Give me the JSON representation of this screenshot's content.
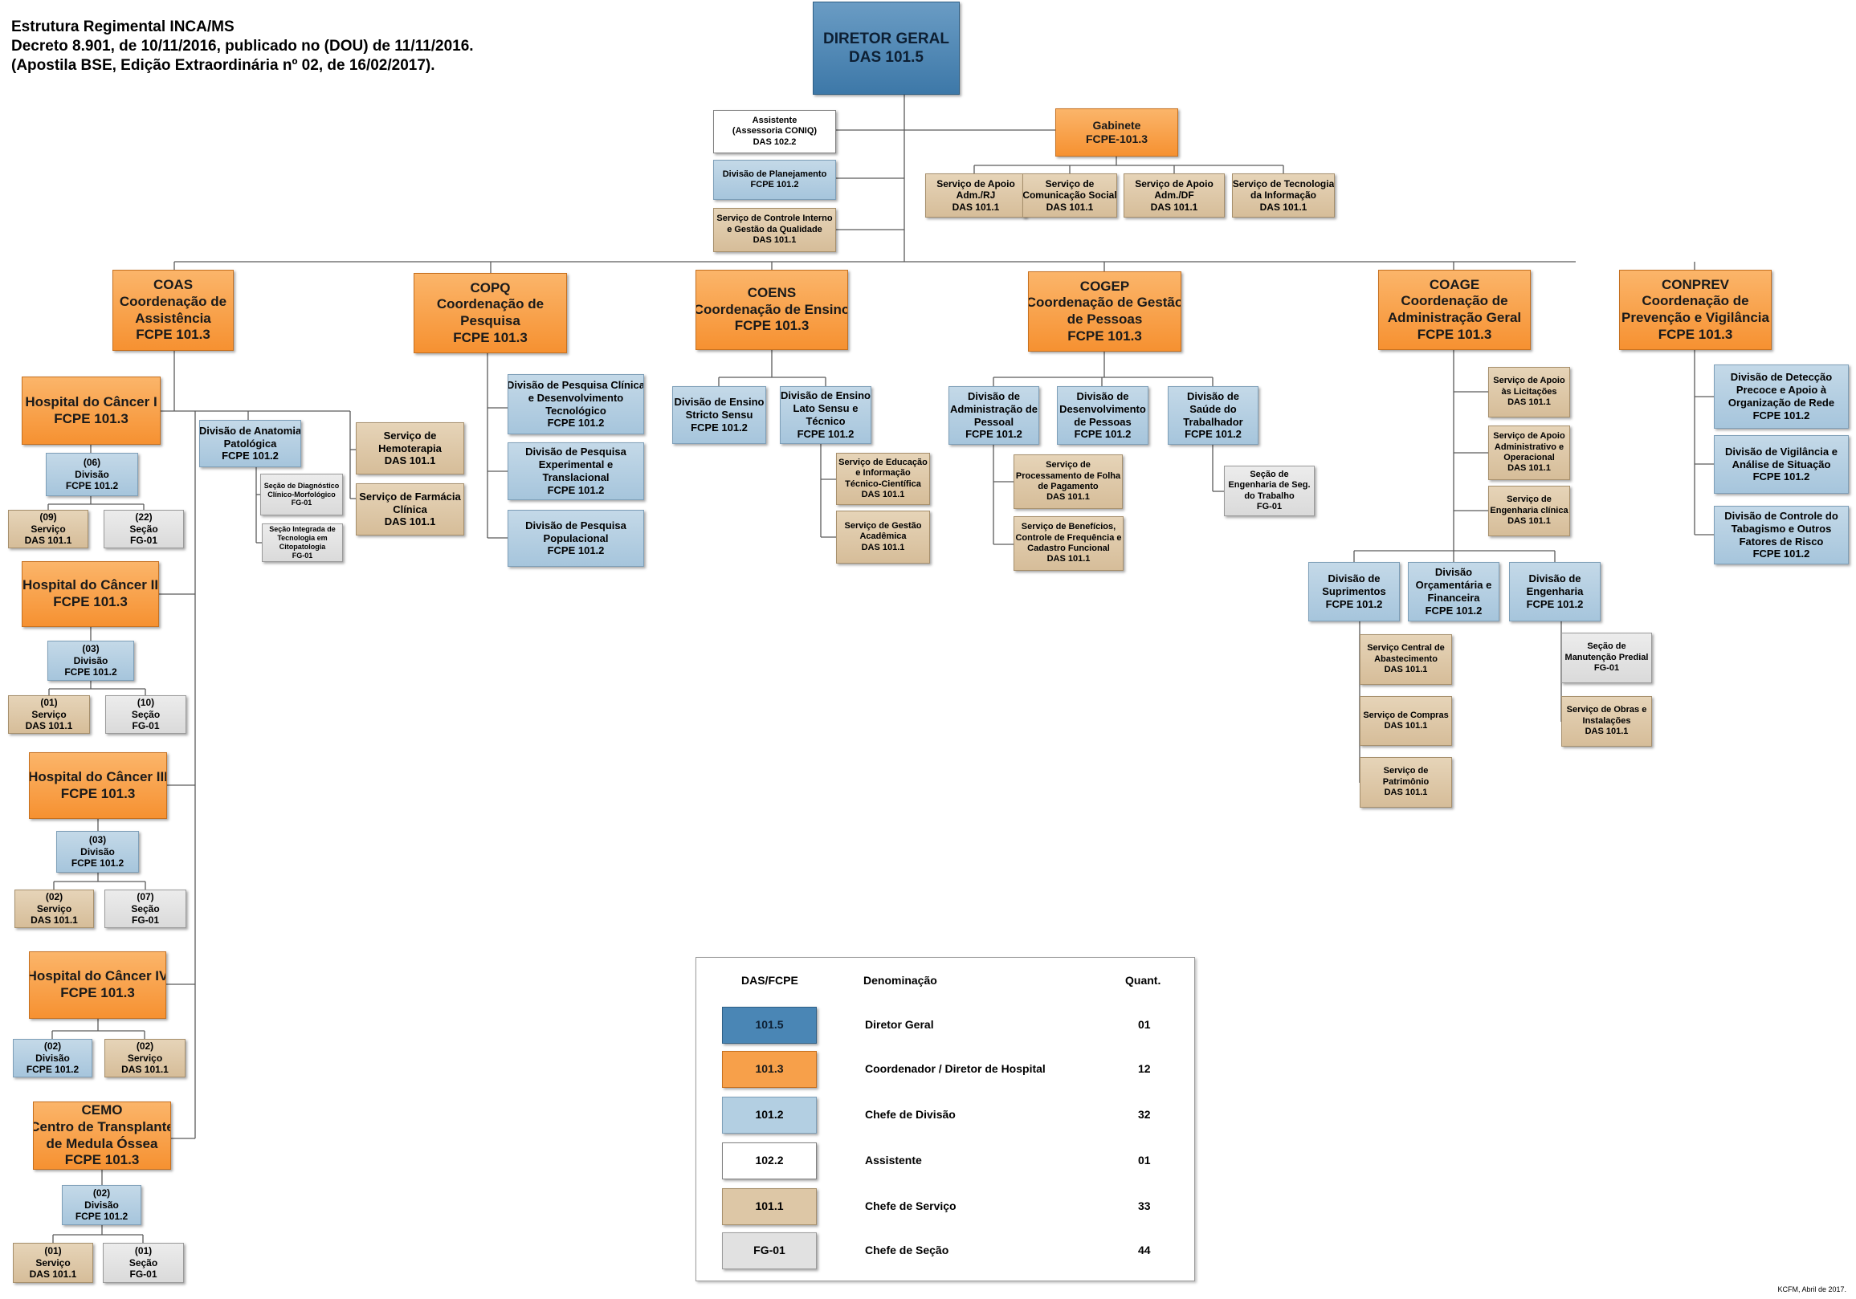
{
  "header": {
    "line1": "Estrutura Regimental INCA/MS",
    "line2": "Decreto 8.901, de 10/11/2016, publicado no  (DOU) de 11/11/2016.",
    "line3": "(Apostila BSE, Edição Extraordinária nº 02, de 16/02/2017)."
  },
  "credit": "KCFM, Abril de 2017.",
  "colors": {
    "das_101_5": "#4a86b5",
    "fcpe_101_3": "#f7a04a",
    "fcpe_101_2": "#b3cfe2",
    "das_102_2": "#ffffff",
    "das_101_1": "#ddc7a6",
    "fg_01": "#e1e1e1"
  },
  "boxes": {
    "dir": [
      "DIRETOR GERAL",
      "DAS 101.5"
    ],
    "assist": [
      "Assistente",
      "(Assessoria CONIQ)",
      "DAS 102.2"
    ],
    "planej": [
      "Divisão de Planejamento",
      "FCPE 101.2"
    ],
    "controle": [
      "Serviço de Controle Interno",
      "e Gestão da Qualidade",
      "DAS 101.1"
    ],
    "gabinete": [
      "Gabinete",
      "FCPE-101.3"
    ],
    "g1": [
      "Serviço de Apoio",
      "Adm./RJ",
      "DAS 101.1"
    ],
    "g2": [
      "Serviço de",
      "Comunicação Social",
      "DAS 101.1"
    ],
    "g3": [
      "Serviço de Apoio",
      "Adm./DF",
      "DAS 101.1"
    ],
    "g4": [
      "Serviço de Tecnologia",
      "da Informação",
      "DAS 101.1"
    ],
    "coas": [
      "COAS",
      "Coordenação de",
      "Assistência",
      "FCPE 101.3"
    ],
    "copq": [
      "COPQ",
      "Coordenação de",
      "Pesquisa",
      "FCPE 101.3"
    ],
    "coens": [
      "COENS",
      "Coordenação de Ensino",
      "FCPE 101.3"
    ],
    "cogep": [
      "COGEP",
      "Coordenação de Gestão",
      "de Pessoas",
      "FCPE 101.3"
    ],
    "coage": [
      "COAGE",
      "Coordenação de",
      "Administração Geral",
      "FCPE 101.3"
    ],
    "conprev": [
      "CONPREV",
      "Coordenação  de",
      "Prevenção e Vigilância",
      "FCPE 101.3"
    ],
    "h1": [
      "Hospital do Câncer I",
      "FCPE 101.3"
    ],
    "h1d": [
      "(06)",
      "Divisão",
      "FCPE 101.2"
    ],
    "h1s": [
      "(09)",
      "Serviço",
      "DAS 101.1"
    ],
    "h1c": [
      "(22)",
      "Seção",
      "FG-01"
    ],
    "h2": [
      "Hospital do Câncer II",
      "FCPE 101.3"
    ],
    "h2d": [
      "(03)",
      "Divisão",
      "FCPE 101.2"
    ],
    "h2s": [
      "(01)",
      "Serviço",
      "DAS 101.1"
    ],
    "h2c": [
      "(10)",
      "Seção",
      "FG-01"
    ],
    "h3": [
      "Hospital do Câncer III",
      "FCPE 101.3"
    ],
    "h3d": [
      "(03)",
      "Divisão",
      "FCPE 101.2"
    ],
    "h3s": [
      "(02)",
      "Serviço",
      "DAS 101.1"
    ],
    "h3c": [
      "(07)",
      "Seção",
      "FG-01"
    ],
    "h4": [
      "Hospital do Câncer IV",
      "FCPE 101.3"
    ],
    "h4d": [
      "(02)",
      "Divisão",
      "FCPE 101.2"
    ],
    "h4s": [
      "(02)",
      "Serviço",
      "DAS 101.1"
    ],
    "cemo": [
      "CEMO",
      "Centro de Transplante",
      "de Medula Óssea",
      "FCPE 101.3"
    ],
    "cemod": [
      "(02)",
      "Divisão",
      "FCPE 101.2"
    ],
    "cemos": [
      "(01)",
      "Serviço",
      "DAS 101.1"
    ],
    "cemoc": [
      "(01)",
      "Seção",
      "FG-01"
    ],
    "anat": [
      "Divisão de Anatomia",
      "Patológica",
      "FCPE 101.2"
    ],
    "diag": [
      "Seção de Diagnóstico",
      "Clínico-Morfológico",
      "FG-01"
    ],
    "citopat": [
      "Seção Integrada de",
      "Tecnologia em",
      "Citopatologia",
      "FG-01"
    ],
    "hemo": [
      "Serviço de",
      "Hemoterapia",
      "DAS 101.1"
    ],
    "farm": [
      "Serviço de Farmácia",
      "Clínica",
      "DAS 101.1"
    ],
    "pq1": [
      "Divisão de Pesquisa Clínica",
      "e Desenvolvimento",
      "Tecnológico",
      "FCPE 101.2"
    ],
    "pq2": [
      "Divisão de Pesquisa",
      "Experimental e",
      "Translacional",
      "FCPE 101.2"
    ],
    "pq3": [
      "Divisão de Pesquisa",
      "Populacional",
      "FCPE 101.2"
    ],
    "ens1": [
      "Divisão de Ensino",
      "Stricto Sensu",
      "FCPE 101.2"
    ],
    "ens2": [
      "Divisão de Ensino",
      "Lato Sensu e",
      "Técnico",
      "FCPE 101.2"
    ],
    "edu": [
      "Serviço de Educação",
      "e Informação",
      "Técnico-Científica",
      "DAS 101.1"
    ],
    "acad": [
      "Serviço de Gestão",
      "Acadêmica",
      "DAS 101.1"
    ],
    "gp1": [
      "Divisão de",
      "Administração de",
      "Pessoal",
      "FCPE 101.2"
    ],
    "gp2": [
      "Divisão de",
      "Desenvolvimento",
      "de Pessoas",
      "FCPE 101.2"
    ],
    "gp3": [
      "Divisão de",
      "Saúde do",
      "Trabalhador",
      "FCPE 101.2"
    ],
    "folha": [
      "Serviço de",
      "Processamento de Folha",
      "de Pagamento",
      "DAS 101.1"
    ],
    "benef": [
      "Serviço de Benefícios,",
      "Controle de Frequência e",
      "Cadastro Funcional",
      "DAS 101.1"
    ],
    "engtrab": [
      "Seção  de",
      "Engenharia de Seg.",
      "do Trabalho",
      "FG-01"
    ],
    "ag1": [
      "Serviço de Apoio",
      "às Licitações",
      "DAS 101.1"
    ],
    "ag2": [
      "Serviço de Apoio",
      "Administrativo e",
      "Operacional",
      "DAS 101.1"
    ],
    "ag3": [
      "Serviço de",
      "Engenharia clínica",
      "DAS 101.1"
    ],
    "supr": [
      "Divisão de",
      "Suprimentos",
      "FCPE 101.2"
    ],
    "orc": [
      "Divisão",
      "Orçamentária e",
      "Financeira",
      "FCPE 101.2"
    ],
    "eng": [
      "Divisão de",
      "Engenharia",
      "FCPE 101.2"
    ],
    "abast": [
      "Serviço Central de",
      "Abastecimento",
      "DAS 101.1"
    ],
    "compras": [
      "Serviço de Compras",
      "DAS 101.1"
    ],
    "patrim": [
      "Serviço de",
      "Patrimônio",
      "DAS 101.1"
    ],
    "manut": [
      "Seção de",
      "Manutenção Predial",
      "FG-01"
    ],
    "obras": [
      "Serviço de Obras e",
      "Instalações",
      "DAS 101.1"
    ],
    "cp1": [
      "Divisão de Detecção",
      "Precoce e Apoio à",
      "Organização de Rede",
      "FCPE 101.2"
    ],
    "cp2": [
      "Divisão de Vigilância e",
      "Análise de Situação",
      "FCPE 101.2"
    ],
    "cp3": [
      "Divisão de Controle do",
      "Tabagismo e Outros",
      "Fatores de Risco",
      "FCPE 101.2"
    ]
  },
  "legend": {
    "col_code": "DAS/FCPE",
    "col_name": "Denominação",
    "col_qty": "Quant.",
    "rows": [
      {
        "code": "101.5",
        "name": "Diretor Geral",
        "qty": "01",
        "color": "#4a86b5"
      },
      {
        "code": "101.3",
        "name": "Coordenador / Diretor de Hospital",
        "qty": "12",
        "color": "#f7a04a"
      },
      {
        "code": "101.2",
        "name": "Chefe de Divisão",
        "qty": "32",
        "color": "#b3cfe2"
      },
      {
        "code": "102.2",
        "name": "Assistente",
        "qty": "01",
        "color": "#ffffff"
      },
      {
        "code": "101.1",
        "name": "Chefe de Serviço",
        "qty": "33",
        "color": "#ddc7a6"
      },
      {
        "code": "FG-01",
        "name": "Chefe de Seção",
        "qty": "44",
        "color": "#e1e1e1"
      }
    ]
  }
}
